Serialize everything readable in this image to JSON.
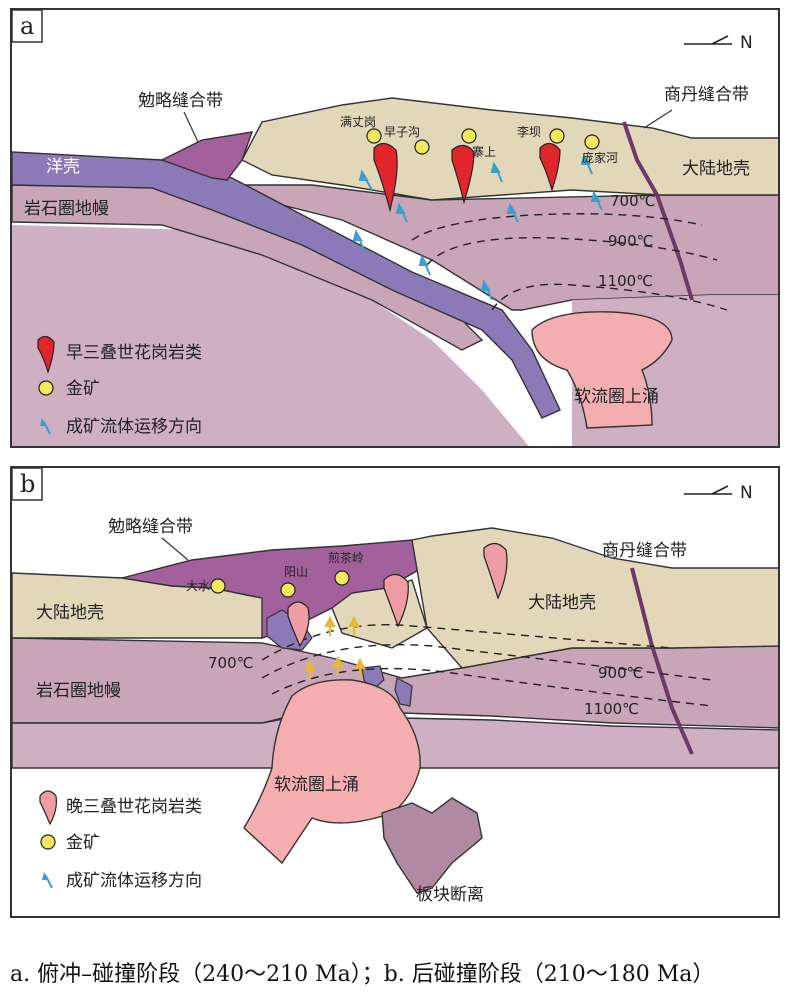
{
  "panel_a": {
    "letter": "a",
    "north": "N",
    "labels": {
      "mianlue": "勉略缝合带",
      "shangdan": "商丹缝合带",
      "ocean_crust": "洋壳",
      "continental_crust": "大陆地壳",
      "lithosphere_mantle": "岩石圈地幔",
      "asthenosphere": "软流圈上涌",
      "t700": "700℃",
      "t900": "900℃",
      "t1100": "1100℃"
    },
    "deposits": [
      "满丈岗",
      "早子沟",
      "寨上",
      "李坝",
      "庞家河"
    ],
    "legend": [
      "早三叠世花岗岩类",
      "金矿",
      "成矿流体运移方向"
    ]
  },
  "panel_b": {
    "letter": "b",
    "north": "N",
    "labels": {
      "mianlue": "勉略缝合带",
      "shangdan": "商丹缝合带",
      "continental_crust_left": "大陆地壳",
      "continental_crust_right": "大陆地壳",
      "lithosphere_mantle": "岩石圈地幔",
      "asthenosphere": "软流圈上涌",
      "slab_breakoff": "板块断离",
      "t700": "700℃",
      "t900": "900℃",
      "t1100": "1100℃"
    },
    "deposits": [
      "大水",
      "阳山",
      "煎茶岭"
    ],
    "legend": [
      "晚三叠世花岗岩类",
      "金矿",
      "成矿流体运移方向"
    ]
  },
  "caption": "a. 俯冲–碰撞阶段（240～210 Ma）；b. 后碰撞阶段（210～180 Ma）",
  "colors": {
    "crust": "#e3d7b9",
    "mantle": "#c9a5b8",
    "ocean_crust": "#8c7ab8",
    "suture": "#a2609c",
    "granite_early": "#e0262b",
    "granite_late": "#f09ca4",
    "gold": "#f4e85c",
    "fluid_a": "#3a9fd0",
    "fluid_b": "#f1d264",
    "asthenosphere": "#f4aeb0"
  }
}
